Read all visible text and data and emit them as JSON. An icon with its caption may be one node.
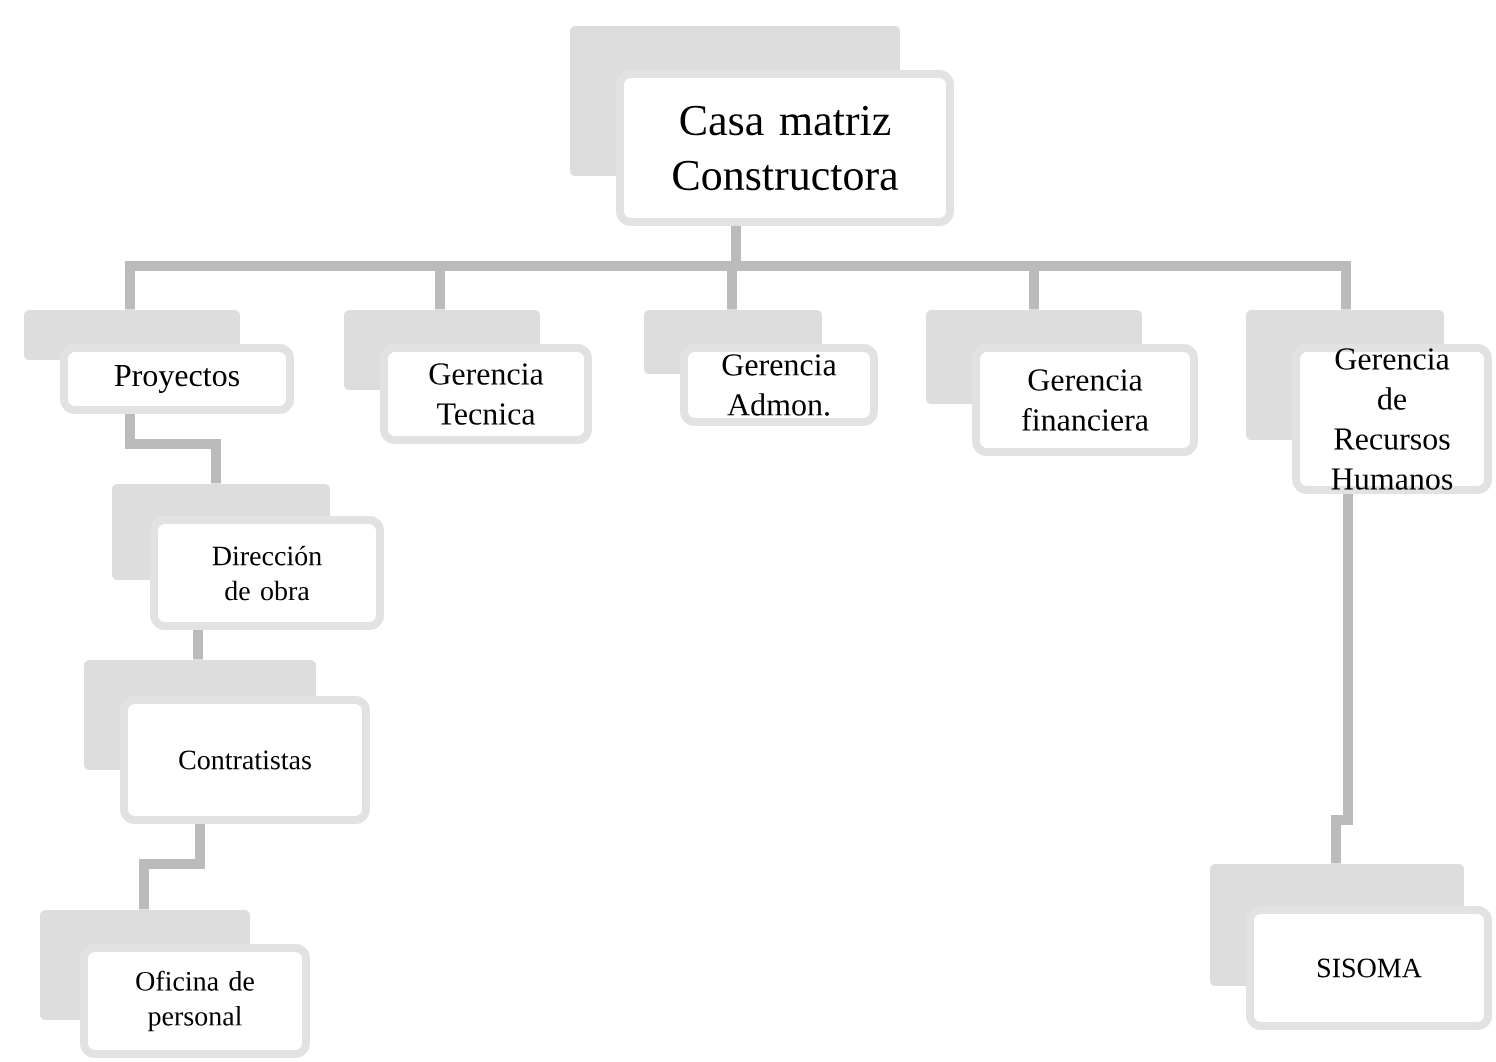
{
  "diagram": {
    "nodes": [
      {
        "text": [
          "Casa matriz Constructora"
        ]
      },
      {
        "text": [
          "Proyectos"
        ]
      },
      {
        "text": [
          "Gerencia Tecnica"
        ]
      },
      {
        "text": [
          "Gerencia Admon."
        ]
      },
      {
        "text": [
          "Gerencia financiera"
        ]
      },
      {
        "text": [
          "Gerencia de Recursos Humanos"
        ]
      },
      {
        "text": [
          "Dirección de obra"
        ]
      },
      {
        "text": [
          "Contratistas"
        ]
      },
      {
        "text": [
          "Oficina de personal"
        ]
      },
      {
        "text": [
          "SISOMA"
        ]
      }
    ],
    "edges": [
      {
        "from": 0,
        "to": 1,
        "arrow": "none"
      },
      {
        "from": 0,
        "to": 2,
        "arrow": "none"
      },
      {
        "from": 0,
        "to": 3,
        "arrow": "none"
      },
      {
        "from": 0,
        "to": 4,
        "arrow": "none"
      },
      {
        "from": 0,
        "to": 5,
        "arrow": "none"
      },
      {
        "from": 1,
        "to": 6,
        "arrow": "none"
      },
      {
        "from": 6,
        "to": 7,
        "arrow": "none"
      },
      {
        "from": 7,
        "to": 8,
        "arrow": "none"
      },
      {
        "from": 5,
        "to": 9,
        "arrow": "none"
      }
    ]
  }
}
